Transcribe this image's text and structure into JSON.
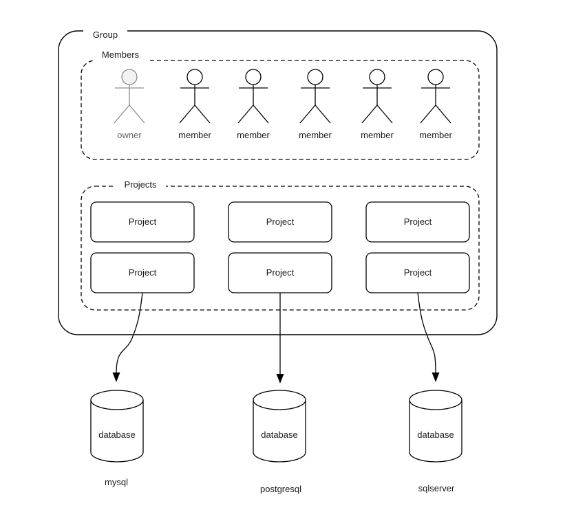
{
  "group": {
    "label": "Group"
  },
  "members": {
    "label": "Members",
    "actors": [
      {
        "label": "owner"
      },
      {
        "label": "member"
      },
      {
        "label": "member"
      },
      {
        "label": "member"
      },
      {
        "label": "member"
      },
      {
        "label": "member"
      }
    ]
  },
  "projects": {
    "label": "Projects",
    "nodes": [
      {
        "label": "Project"
      },
      {
        "label": "Project"
      },
      {
        "label": "Project"
      },
      {
        "label": "Project"
      },
      {
        "label": "Project"
      },
      {
        "label": "Project"
      }
    ]
  },
  "databases": [
    {
      "label": "database",
      "caption": "mysql"
    },
    {
      "label": "database",
      "caption": "postgresql"
    },
    {
      "label": "database",
      "caption": "sqlserver"
    }
  ],
  "colors": {
    "line": "#000000",
    "text": "#1a1a1a",
    "owner_line": "#8c8c8c",
    "owner_head_fill": "#f2f2f2",
    "owner_text": "#666666",
    "background": "#ffffff"
  }
}
